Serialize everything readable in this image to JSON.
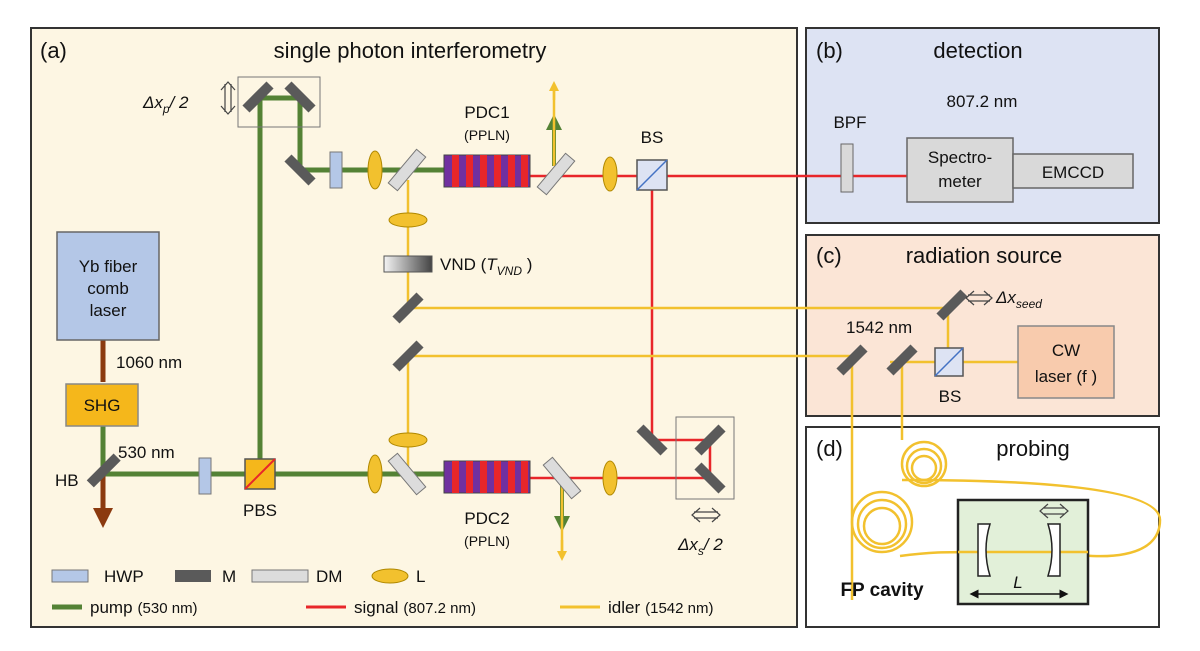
{
  "colors": {
    "pump": "#548235",
    "signal": "#e8262a",
    "idler": "#f2c12e",
    "panel_a": "#fdf6e3",
    "panel_b": "#dde3f3",
    "panel_c": "#fbe5d6",
    "panel_d": "#ffffff",
    "laser_box": "#b4c7e7",
    "shg_box": "#f5b71b",
    "cw_box": "#f8cbad",
    "spectrometer_box": "#d9d9d9",
    "fp_box": "#e2f0d9",
    "fp_label": "#c55a11",
    "mirror": "#5a5a5a",
    "hb_beam": "#8b3a0f"
  },
  "panels": {
    "a": {
      "tag": "(a)",
      "title": "single photon interferometry"
    },
    "b": {
      "tag": "(b)",
      "title": "detection"
    },
    "c": {
      "tag": "(c)",
      "title": "radiation source"
    },
    "d": {
      "tag": "(d)",
      "title": "probing"
    }
  },
  "labels": {
    "yb_laser": [
      "Yb fiber",
      "comb",
      "laser"
    ],
    "wl_1060": "1060 nm",
    "shg": "SHG",
    "wl_530": "530 nm",
    "hb": "HB",
    "pbs": "PBS",
    "dxp_main": "Δx",
    "dxp_sub": "p",
    "dxp_tail": "/ 2",
    "pdc1": "PDC1",
    "pdc1_sub": "(PPLN)",
    "pdc2": "PDC2",
    "pdc2_sub": "(PPLN)",
    "bs_top": "BS",
    "vnd_main": "VND (",
    "vnd_T": "T",
    "vnd_sub": "VND",
    "vnd_tail": " )",
    "dxs_main": "Δx",
    "dxs_sub": "s",
    "dxs_tail": "/ 2",
    "wl_807": "807.2 nm",
    "bpf": "BPF",
    "spectrometer": [
      "Spectro-",
      "meter"
    ],
    "emccd": "EMCCD",
    "dxseed_main": "Δx",
    "dxseed_sub": "seed",
    "wl_1542": "1542 nm",
    "cw_laser": [
      "CW",
      "laser (f )"
    ],
    "bs_c": "BS",
    "fp_cavity": "FP cavity",
    "cavity_L": "L"
  },
  "legend": {
    "hwp": "HWP",
    "m": "M",
    "dm": "DM",
    "l": "L",
    "pump": "pump",
    "pump_wl": "(530 nm)",
    "signal": "signal",
    "signal_wl": "(807.2 nm)",
    "idler": "idler",
    "idler_wl": "(1542 nm)"
  }
}
